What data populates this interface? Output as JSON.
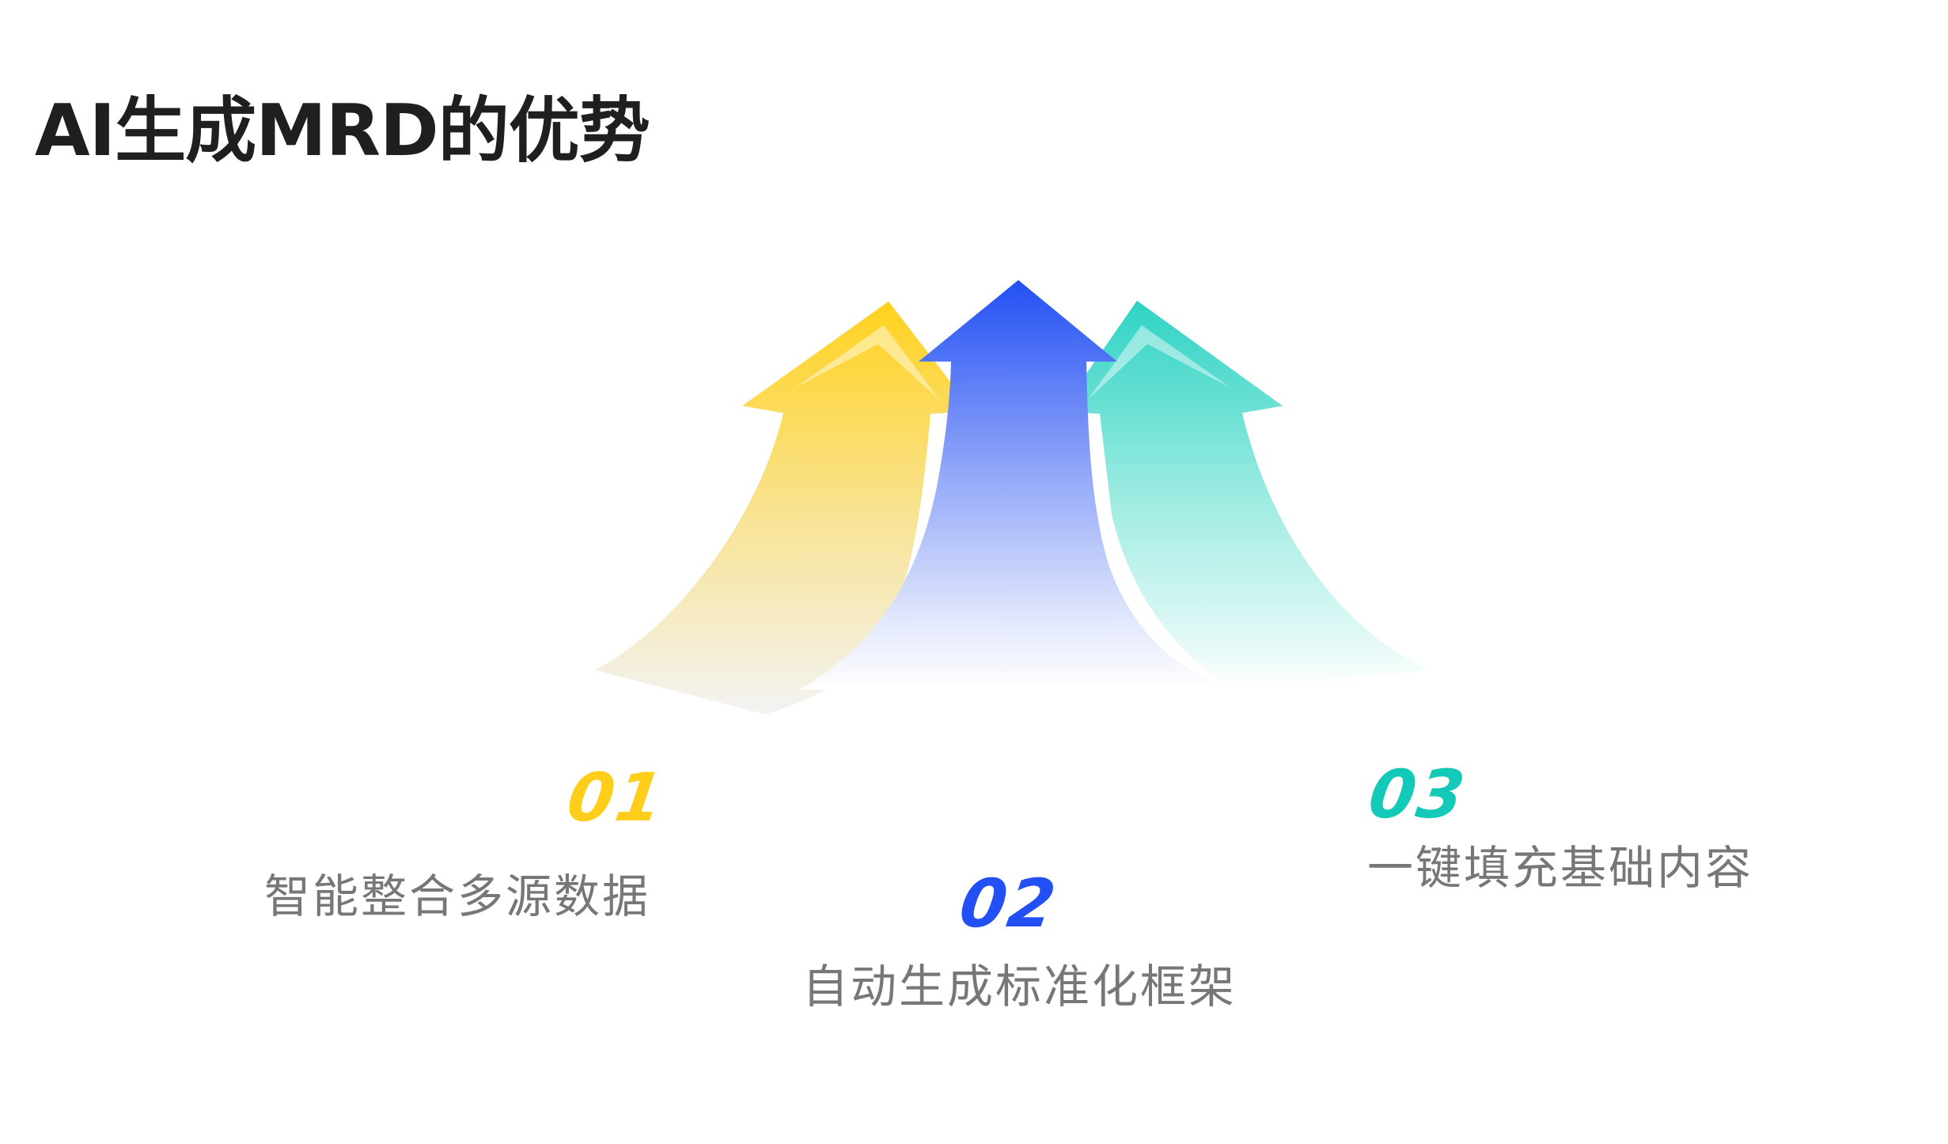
{
  "title": "AI生成MRD的优势",
  "colors": {
    "yellow": "#FFCE1A",
    "blue": "#2250F4",
    "teal": "#13C9B7",
    "label_gray": "#777777",
    "title_text": "#1F1F1F"
  },
  "items": [
    {
      "number": "01",
      "label": "智能整合多源数据",
      "color": "#FFCE1A"
    },
    {
      "number": "02",
      "label": "自动生成标准化框架",
      "color": "#2250F4"
    },
    {
      "number": "03",
      "label": "一键填充基础内容",
      "color": "#13C9B7"
    }
  ],
  "graphic": {
    "arrows": [
      "yellow-arrow-up-left",
      "blue-arrow-up",
      "teal-arrow-up-right"
    ]
  }
}
